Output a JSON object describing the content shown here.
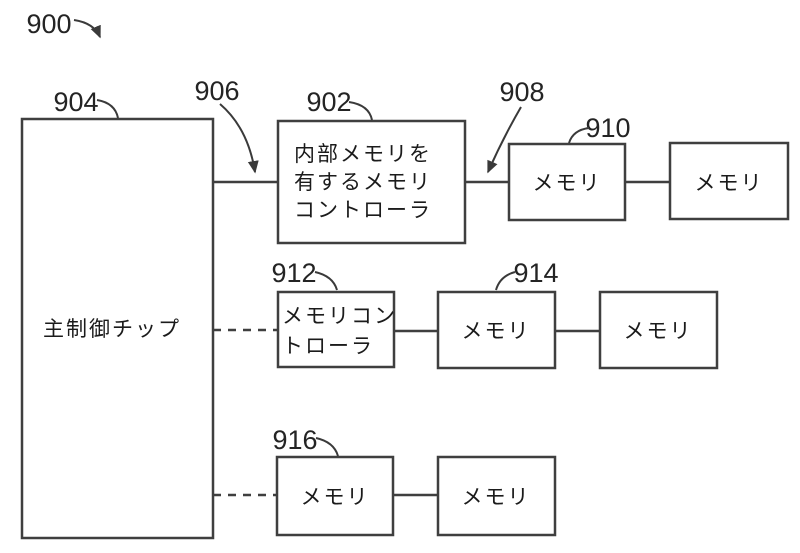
{
  "figure_ref": "900",
  "colors": {
    "background": "#ffffff",
    "line": "#3f3f3f",
    "text": "#1b1b1b"
  },
  "main_chip": {
    "ref": "904",
    "label": "主制御チップ"
  },
  "row1": {
    "bus_ref": "906",
    "controller": {
      "ref": "902",
      "lines": [
        "内部メモリを",
        "有するメモリ",
        "コントローラ"
      ]
    },
    "link_ref": "908",
    "memory1": {
      "ref": "910",
      "label": "メモリ"
    },
    "memory2": {
      "label": "メモリ"
    }
  },
  "row2": {
    "controller": {
      "ref": "912",
      "lines": [
        "メモリコン",
        "トローラ"
      ]
    },
    "memory1": {
      "ref": "914",
      "label": "メモリ"
    },
    "memory2": {
      "label": "メモリ"
    }
  },
  "row3": {
    "memory1": {
      "ref": "916",
      "label": "メモリ"
    },
    "memory2": {
      "label": "メモリ"
    }
  }
}
